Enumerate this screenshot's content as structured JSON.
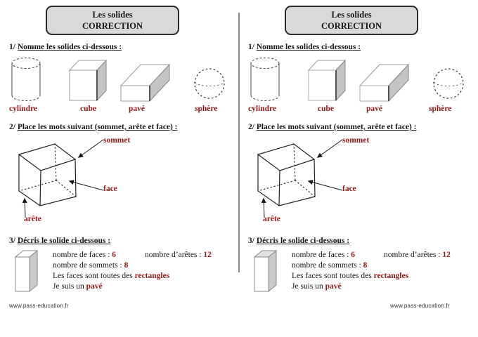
{
  "header": {
    "line1": "Les solides",
    "line2": "CORRECTION"
  },
  "q1": {
    "number": "1/",
    "title": "Nomme les solides ci-dessous :",
    "solids": [
      "cylindre",
      "cube",
      "pavé",
      "sphère"
    ]
  },
  "q2": {
    "number": "2/",
    "title": "Place les mots suivant (sommet, arête et face) :",
    "labels": {
      "vertex": "sommet",
      "face": "face",
      "edge": "arête"
    }
  },
  "q3": {
    "number": "3/",
    "title": "Décris le solide ci-dessous :",
    "facts": {
      "faces_label": "nombre de faces : ",
      "faces_value": "6",
      "aretes_label": "nombre d’arêtes : ",
      "aretes_value": "12",
      "sommets_label": "nombre de sommets : ",
      "sommets_value": "8",
      "shape_label": "Les faces sont toutes des ",
      "shape_value": "rectangles",
      "identity_label": "Je suis un ",
      "identity_value": "pavé"
    }
  },
  "footer": {
    "url": "www.pass-education.fr"
  },
  "colors": {
    "answer_red": "#951919",
    "header_bg": "#d9d9d9",
    "divider_gray": "#8a8a8a"
  }
}
